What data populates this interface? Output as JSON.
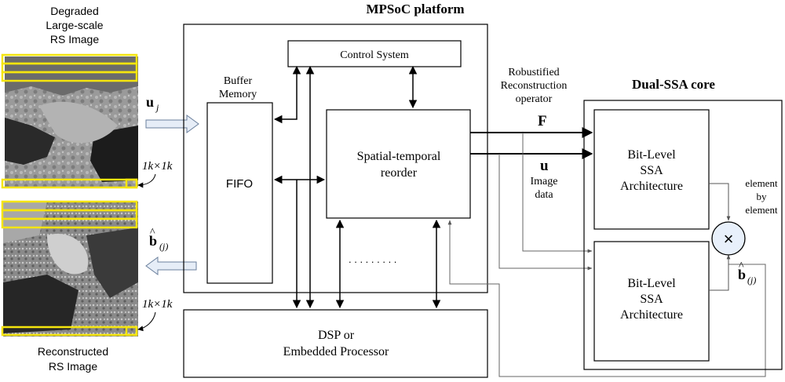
{
  "left_panel": {
    "input_caption": [
      "Degraded",
      "Large-scale",
      "RS Image"
    ],
    "output_caption": [
      "Reconstructed",
      "RS Image"
    ],
    "input_vector": "u",
    "input_vector_sub": "j",
    "output_vector": "b",
    "output_vector_sub": "(j)",
    "block_size_top": "1k×1k",
    "block_size_bottom": "1k×1k"
  },
  "mpsoc": {
    "title": "MPSoC platform",
    "control_system": "Control System",
    "buffer_label": [
      "Buffer",
      "Memory"
    ],
    "fifo": "FIFO",
    "reorder": [
      "Spatial-temporal",
      "reorder"
    ],
    "ellipsis": ". . . . . . . . .",
    "dsp": [
      "DSP or",
      "Embedded Processor"
    ]
  },
  "signals": {
    "operator_caption": [
      "Robustified",
      "Reconstruction",
      "operator"
    ],
    "F": "F",
    "u": "u",
    "image_data": [
      "Image",
      "data"
    ]
  },
  "dual_ssa": {
    "title": "Dual-SSA core",
    "arch_top": [
      "Bit-Level",
      "SSA",
      "Architecture"
    ],
    "arch_bottom": [
      "Bit-Level",
      "SSA",
      "Architecture"
    ],
    "multiply_symbol": "×",
    "elementwise": [
      "element",
      "by",
      "element"
    ],
    "b_out": "b",
    "b_out_sub": "(j)"
  },
  "colors": {
    "stroke": "#000000",
    "highlight": "#f5e50d",
    "hollow_arrow_fill": "#e6edf7",
    "hollow_arrow_stroke": "#6a7f9c",
    "thin_line": "#666666",
    "multiplier_fill": "#e8f0fb"
  }
}
